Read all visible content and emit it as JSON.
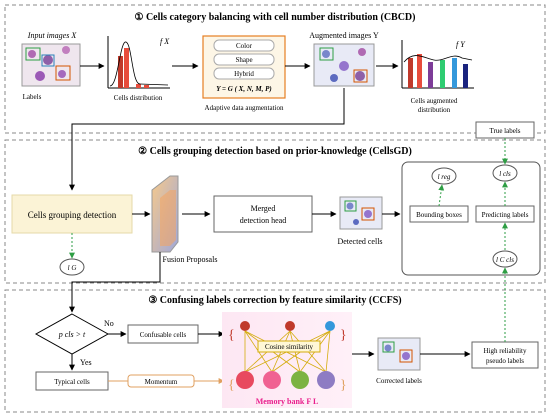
{
  "sections": {
    "cbcd": "① Cells category balancing with cell number distribution (CBCD)",
    "cellsgd": "② Cells grouping detection based on prior-knowledge (CellsGD)",
    "ccfs": "③ Confusing labels correction by feature similarity (CCFS)"
  },
  "cbcd": {
    "input_images": "Input images X",
    "labels": "Labels",
    "cells_distribution": "Cells distribution",
    "fx": "f X",
    "aug_options": [
      "Color",
      "Shape",
      "Hybrid"
    ],
    "aug_formula": "Y = G ( X, N, M, P)",
    "adaptive_aug": "Adaptive data augmentation",
    "augmented_images": "Augmented images Y",
    "fy": "f Y",
    "augmented_dist_line1": "Cells augmented",
    "augmented_dist_line2": "distribution"
  },
  "cellsgd": {
    "grouping_detection": "Cells grouping detection",
    "merged_head_line1": "Merged",
    "merged_head_line2": "detection head",
    "fusion_proposals": "Fusion Proposals",
    "detected_cells": "Detected cells",
    "lg": "l G",
    "bounding_boxes": "Bounding boxes",
    "predicting_labels": "Predicting labels",
    "true_labels": "True labels",
    "lreg": "l reg",
    "lcls": "l cls",
    "lcls_c": "l C cls"
  },
  "ccfs": {
    "condition": "p cls > t",
    "no": "No",
    "yes": "Yes",
    "confusable_cells": "Confusable cells",
    "typical_cells": "Typical cells",
    "momentum": "Momentum",
    "cosine_similarity": "Cosine similarity",
    "memory_bank": "Memory bank F L",
    "corrected_labels": "Corrected labels",
    "high_reliability_line1": "High reliability",
    "high_reliability_line2": "pseudo labels"
  },
  "chart_colors": [
    "#c0392b",
    "#e74c3c",
    "#7d3c98",
    "#2ecc71",
    "#3498db",
    "#1a237e"
  ],
  "colors": {
    "accent_green": "#2e9e44",
    "panel_bg": "#fbf3d6",
    "aug_border": "#e67e22",
    "memory_bank_text": "#e91e8c"
  }
}
